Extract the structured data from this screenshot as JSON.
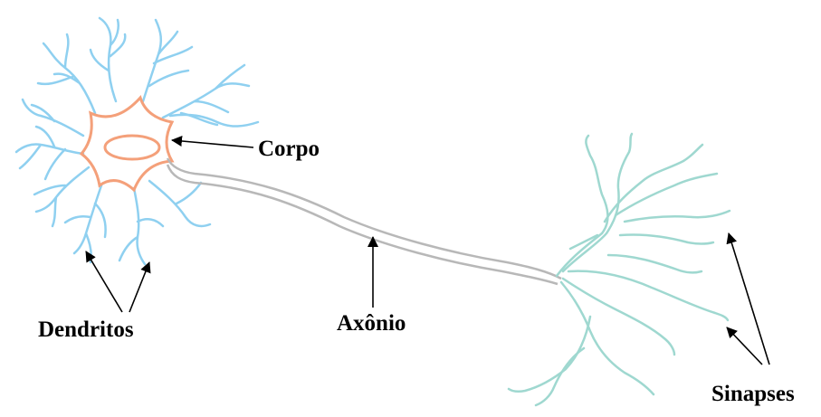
{
  "labels": {
    "corpo": "Corpo",
    "axonio": "Axônio",
    "dendritos": "Dendritos",
    "sinapses": "Sinapses"
  },
  "colors": {
    "dendrite": "#8fd0f0",
    "soma": "#f4a07a",
    "axon": "#b8b8b8",
    "terminal": "#9fd8d0",
    "arrow": "#000000",
    "background": "#ffffff"
  }
}
